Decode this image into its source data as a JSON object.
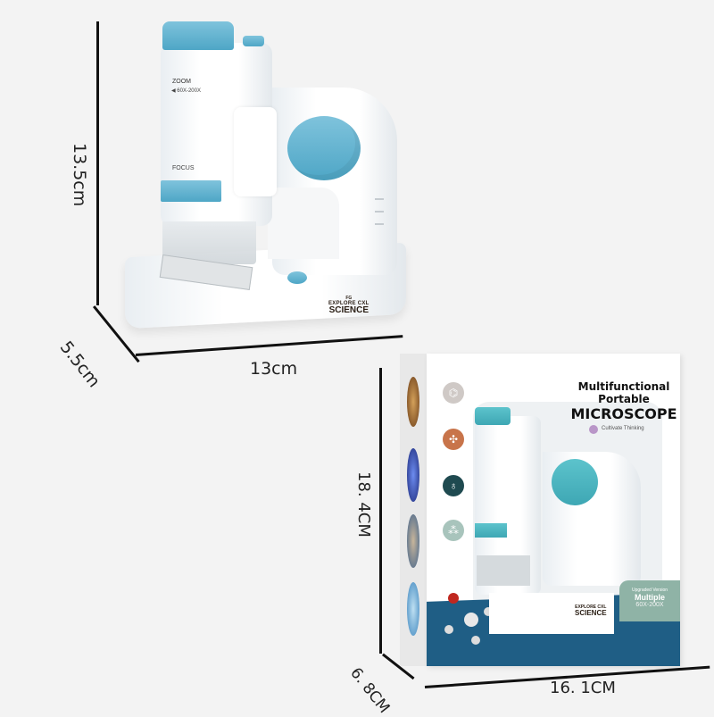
{
  "dimensions": {
    "product_height": "13.5cm",
    "product_depth": "5.5cm",
    "product_width": "13cm",
    "box_height": "18. 4CM",
    "box_depth": "6. 8CM",
    "box_width": "16. 1CM"
  },
  "microscope": {
    "zoom_label": "ZOOM",
    "zoom_range": "◀ 60X-200X",
    "focus_label": "FOCUS",
    "brand_small": "FG",
    "brand_line1": "EXPLORE CXL",
    "brand_line2": "SCIENCE"
  },
  "box": {
    "title_line1": "Multifunctional",
    "title_line2": "Portable",
    "title_line3": "MICROSCOPE",
    "tagline": "Cultivate Thinking",
    "badge_line1": "Upgraded Version",
    "badge_line2": "Multiple",
    "badge_line3": "60X-200X",
    "brand_line1": "EXPLORE CXL",
    "brand_line2": "SCIENCE"
  },
  "colors": {
    "background": "#f3f3f3",
    "microscope_blue": "#4ea6c6",
    "box_navy": "#1f5e85",
    "badge_green": "#8fb3a6",
    "tagline_purple": "#b996c8"
  }
}
